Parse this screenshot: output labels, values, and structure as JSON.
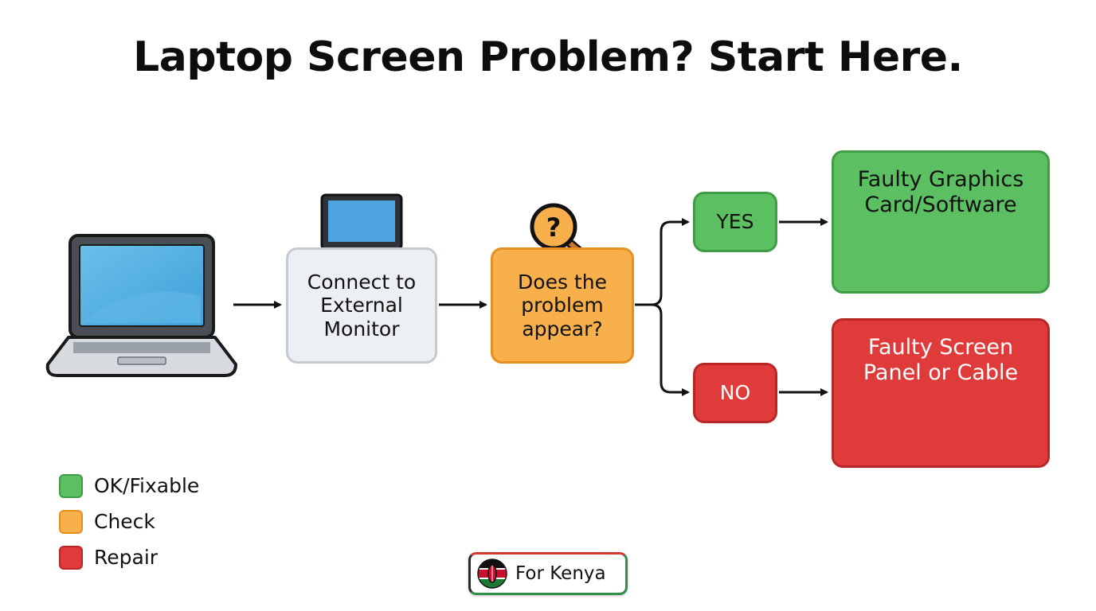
{
  "title": "Laptop Screen Problem? Start Here.",
  "nodes": {
    "connect": "Connect to\nExternal\nMonitor",
    "question": "Does the\nproblem\nappear?",
    "yes": "YES",
    "no": "NO",
    "result_yes": "Faulty Graphics\nCard/Software",
    "result_no": "Faulty Screen\nPanel or Cable"
  },
  "legend": [
    {
      "label": "OK/Fixable",
      "color": "#5cbf62",
      "border": "#3f9e45"
    },
    {
      "label": "Check",
      "color": "#f8b04c",
      "border": "#e58f22"
    },
    {
      "label": "Repair",
      "color": "#e03b3b",
      "border": "#b92626"
    }
  ],
  "badge": {
    "label": "For Kenya"
  },
  "colors": {
    "green": "#5cbf62",
    "orange": "#f8b04c",
    "red": "#e03b3b",
    "gray": "#eceff3",
    "screen_blue": "#4fa3e0"
  },
  "icons": [
    "laptop-icon",
    "monitor-icon",
    "magnifier-question-icon",
    "wrench-icon",
    "code-window-icon",
    "broken-monitor-icon",
    "cable-icon",
    "kenya-flag-icon"
  ]
}
